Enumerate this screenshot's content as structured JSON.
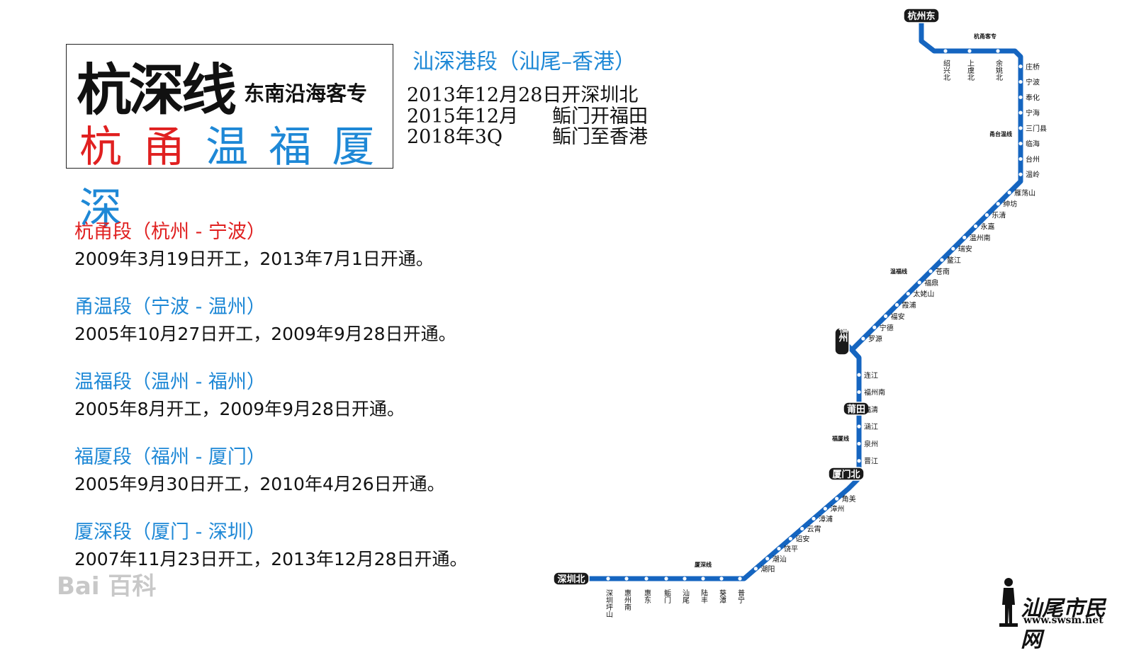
{
  "title": {
    "main": "杭深线",
    "sub": "东南沿海客专",
    "cities": [
      {
        "label": "杭",
        "color": "#e02020"
      },
      {
        "label": "甬",
        "color": "#e02020"
      },
      {
        "label": "温",
        "color": "#1e88d6"
      },
      {
        "label": "福",
        "color": "#1e88d6"
      },
      {
        "label": "厦",
        "color": "#1e88d6"
      },
      {
        "label": "深",
        "color": "#1e88d6"
      }
    ]
  },
  "info": {
    "title": "汕深港段（汕尾–香港）",
    "lines": [
      {
        "date": "2013年12月28日开深圳北",
        "text": ""
      },
      {
        "date": "2015年12月",
        "text": "鲘门开福田"
      },
      {
        "date": "2018年3Q",
        "text": "鲘门至香港"
      }
    ]
  },
  "segments": [
    {
      "title": "杭甬段（杭州 - 宁波）",
      "desc": "2009年3月19日开工，2013年7月1日开通。",
      "color": "#e02020"
    },
    {
      "title": "甬温段（宁波 - 温州）",
      "desc": "2005年10月27日开工，2009年9月28日开通。",
      "color": "#1e88d6"
    },
    {
      "title": "温福段（温州 - 福州）",
      "desc": "2005年8月开工，2009年9月28日开通。",
      "color": "#1e88d6"
    },
    {
      "title": "福厦段（福州 - 厦门）",
      "desc": "2005年9月30日开工，2010年4月26日开通。",
      "color": "#1e88d6"
    },
    {
      "title": "厦深段（厦门 - 深圳）",
      "desc": "2007年11月23日开工，2013年12月28日开通。",
      "color": "#1e88d6"
    }
  ],
  "watermark": "Bai 百科",
  "logo": {
    "text": "汕尾市民网",
    "url": "www.swsm.net"
  },
  "map": {
    "line_color": "#1565c0",
    "hubs": [
      "杭州东",
      "福州",
      "莆田",
      "厦门北",
      "深圳北"
    ],
    "line_labels": [
      "杭甬客专",
      "甬台温线",
      "温福线",
      "福厦线",
      "厦深线"
    ],
    "stations_top": [
      "绍兴北",
      "上虞北",
      "余姚北"
    ],
    "stations_east": [
      "庄桥",
      "宁波",
      "奉化",
      "宁海",
      "三门县",
      "临海",
      "台州",
      "温岭",
      "雁荡山",
      "绅坊",
      "乐清",
      "永嘉",
      "温州南",
      "瑞安",
      "鳌江",
      "苍南",
      "福鼎",
      "太姥山",
      "霞浦",
      "福安",
      "宁德",
      "罗源",
      "连江",
      "福州南",
      "福清",
      "涵江",
      "泉州",
      "晋江",
      "角美",
      "漳州",
      "漳浦",
      "云霄",
      "诏安",
      "饶平",
      "潮汕",
      "潮阳"
    ],
    "stations_bottom": [
      "深圳坪山",
      "惠州南",
      "惠东",
      "鲘门",
      "汕尾",
      "陆丰",
      "葵潭",
      "普宁"
    ]
  }
}
